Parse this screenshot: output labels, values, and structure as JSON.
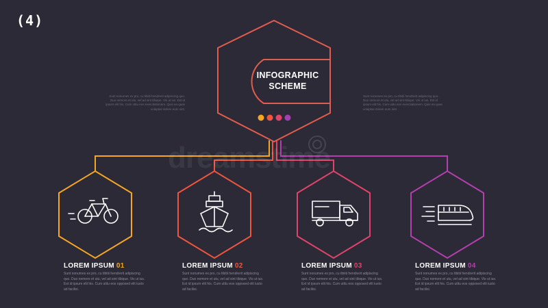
{
  "corner_label": "(4)",
  "center": {
    "title_line1": "INFOGRAPHIC",
    "title_line2": "SCHEME",
    "dot_colors": [
      "#f5a623",
      "#f0553f",
      "#e0446a",
      "#a43fb1"
    ],
    "outline_color": "#e25d4d"
  },
  "side_texts": {
    "left": "Sunt nonumes ex pro, cu tibitii hendrerit adipiscing quo. Duo nemore et utu, vel ad sint tibique. Vis ut ius. Est id ipsum elit his. Cum utitu eos exercitationem. Quis ea quas voluptas dolore eum sint.",
    "right": "Sunt nonumes ex pro, cu tibitii hendrerit adipiscing quo. Duo nemore et utu, vel ad sint tibique. Vis ut ius. Est id ipsum elit his. Cum utitu eos exercitationem. Quis ea quas voluptas dolore eum sint."
  },
  "watermark": "dreamstime",
  "items": [
    {
      "title": "LOREM IPSUM",
      "number": "01",
      "color": "#f5a623",
      "icon": "bicycle-icon",
      "desc": "Sunt nonumes ex pro, cu tibitii hendrerit adipiscing quo. Duo nemore et utu, vel ad sint tibique. Vis ut ius. Est id ipsum elit his. Cum utitu eos opposed elit iusto ad facilisi."
    },
    {
      "title": "LOREM IPSUM",
      "number": "02",
      "color": "#f0553f",
      "icon": "ship-icon",
      "desc": "Sunt nonumes ex pro, cu tibitii hendrerit adipiscing quo. Duo nemore et utu, vel ad sint tibique. Vis ut ius. Est id ipsum elit his. Cum utitu eos opposed elit iusto ad facilisi."
    },
    {
      "title": "LOREM IPSUM",
      "number": "03",
      "color": "#e0446a",
      "icon": "truck-icon",
      "desc": "Sunt nonumes ex pro, cu tibitii hendrerit adipiscing quo. Duo nemore et utu, vel ad sint tibique. Vis ut ius. Est id ipsum elit his. Cum utitu eos opposed elit iusto ad facilisi."
    },
    {
      "title": "LOREM IPSUM",
      "number": "04",
      "color": "#b43fae",
      "icon": "train-icon",
      "desc": "Sunt nonumes ex pro, cu tibitii hendrerit adipiscing quo. Duo nemore et utu, vel ad sint tibique. Vis ut ius. Est id ipsum elit his. Cum utitu eos opposed elit iusto ad facilisi."
    }
  ]
}
